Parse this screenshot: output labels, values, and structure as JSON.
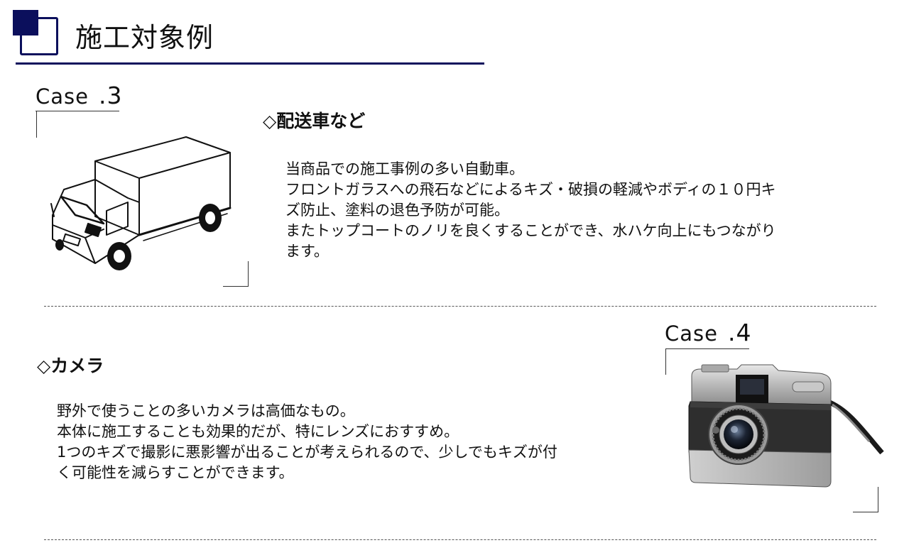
{
  "header": {
    "title": "施工対象例"
  },
  "case3": {
    "label": "Case",
    "number": ".3",
    "heading": "◇配送車など",
    "lines": [
      "当商品での施工事例の多い自動車。",
      "フロントガラスへの飛石などによるキズ・破損の軽減やボディの１０円キ",
      "ズ防止、塗料の退色予防が可能。",
      "またトップコートのノリを良くすることができ、水ハケ向上にもつながり",
      "ます。"
    ]
  },
  "case4": {
    "label": "Case",
    "number": ".4",
    "heading": "◇カメラ",
    "lines": [
      "野外で使うことの多いカメラは高価なもの。",
      "本体に施工することも効果的だが、特にレンズにおすすめ。",
      "1つのキズで撮影に悪影響が出ることが考えられるので、少しでもキズが付",
      "く可能性を減らすことができます。"
    ]
  },
  "colors": {
    "accent": "#0b0f5c",
    "text": "#111111"
  },
  "icons": {
    "header": "square-title-icon",
    "case3_image": "truck-illustration",
    "case4_image": "camera-photo"
  }
}
